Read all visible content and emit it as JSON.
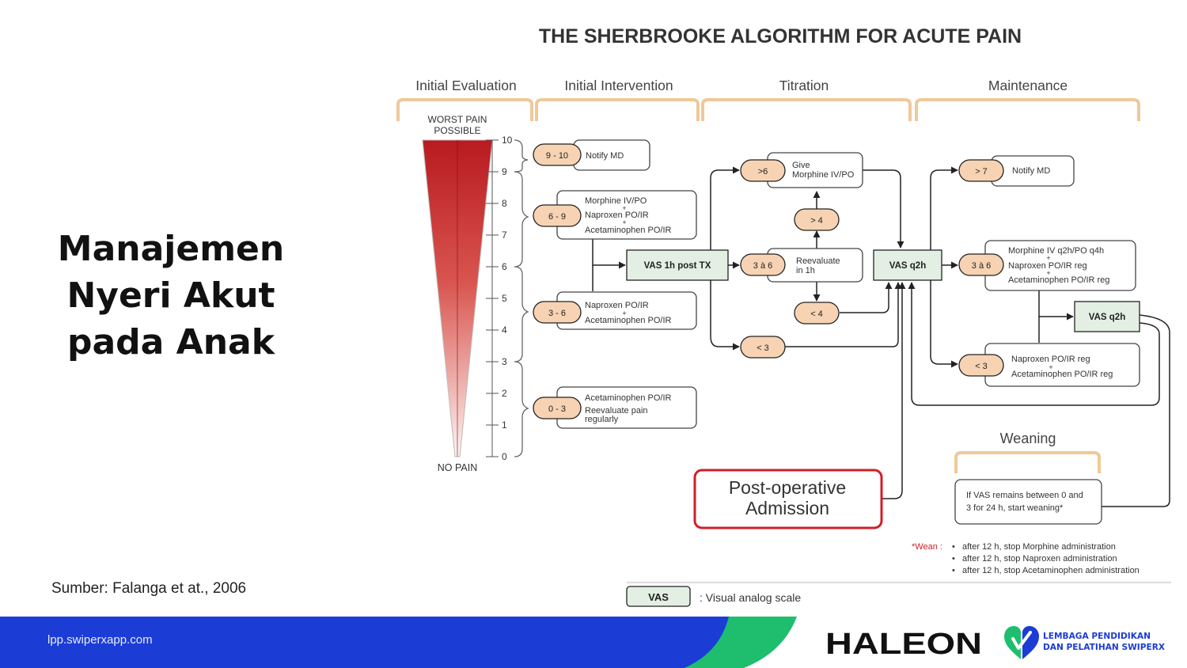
{
  "slide": {
    "title_lines": [
      "Manajemen",
      "Nyeri Akut",
      "pada Anak"
    ],
    "source": "Sumber: Falanga et at., 2006",
    "footer_url": "lpp.swiperxapp.com",
    "colors": {
      "blue": "#1b3dd6",
      "green": "#1fbe6e",
      "pain_red": "#c01f24",
      "pain_light": "#fbeaea",
      "pill": "#f7d3b3",
      "vas_fill": "#e3efe3"
    }
  },
  "logos": {
    "haleon": "HALEON",
    "lpp_line1": "LEMBAGA PENDIDIKAN",
    "lpp_line2": "DAN PELATIHAN SWIPERX",
    "lpp_icon": "heart-shield-icon"
  },
  "diagram": {
    "title": "THE SHERBROOKE ALGORITHM FOR ACUTE PAIN",
    "phases": {
      "initial_evaluation": "Initial Evaluation",
      "initial_intervention": "Initial Intervention",
      "titration": "Titration",
      "maintenance": "Maintenance",
      "weaning": "Weaning"
    },
    "scale": {
      "top_label_1": "WORST PAIN",
      "top_label_2": "POSSIBLE",
      "bottom_label": "NO PAIN",
      "ticks": [
        "10",
        "9",
        "8",
        "7",
        "6",
        "5",
        "4",
        "3",
        "2",
        "1",
        "0"
      ]
    },
    "intervention": {
      "r1": {
        "range": "9 - 10",
        "line1": "Notify MD"
      },
      "r2": {
        "range": "6 - 9",
        "line1": "Morphine IV/PO",
        "line2": "Naproxen PO/IR",
        "line3": "Acetaminophen PO/IR"
      },
      "r3": {
        "range": "3 - 6",
        "line1": "Naproxen PO/IR",
        "line2": "Acetaminophen PO/IR"
      },
      "r4": {
        "range": "0 - 3",
        "line1": "Acetaminophen PO/IR",
        "line2": "Reevaluate pain",
        "line3": "regularly"
      }
    },
    "plus": "+",
    "vas_1h": "VAS 1h post TX",
    "titration": {
      "gt6": ">6",
      "give_1": "Give",
      "give_2": "Morphine IV/PO",
      "gt4": "> 4",
      "r3a6": "3 à 6",
      "reeval_1": "Reevaluate",
      "reeval_2": "in 1h",
      "lt4": "< 4",
      "lt3": "< 3"
    },
    "vas_q2h": "VAS q2h",
    "maintenance": {
      "gt7": "> 7",
      "notify": "Notify MD",
      "r3a6": "3 à 6",
      "m_line1": "Morphine IV q2h/PO q4h",
      "m_line2": "Naproxen PO/IR reg",
      "m_line3": "Acetaminophen PO/IR reg",
      "vas_q2h": "VAS q2h",
      "lt3": "< 3",
      "n_line1": "Naproxen PO/IR reg",
      "n_line2": "Acetaminophen PO/IR reg"
    },
    "postop_1": "Post-operative",
    "postop_2": "Admission",
    "weaning_1": "If VAS remains between 0 and",
    "weaning_2": "3 for 24 h, start weaning*",
    "wean_note": {
      "label": "*Wean :",
      "bullet": "•",
      "items": [
        "after 12 h, stop Morphine administration",
        "after 12 h, stop Naproxen administration",
        "after 12 h, stop Acetaminophen administration"
      ]
    },
    "legend": {
      "abbr": "VAS",
      "desc": ": Visual analog scale"
    }
  }
}
